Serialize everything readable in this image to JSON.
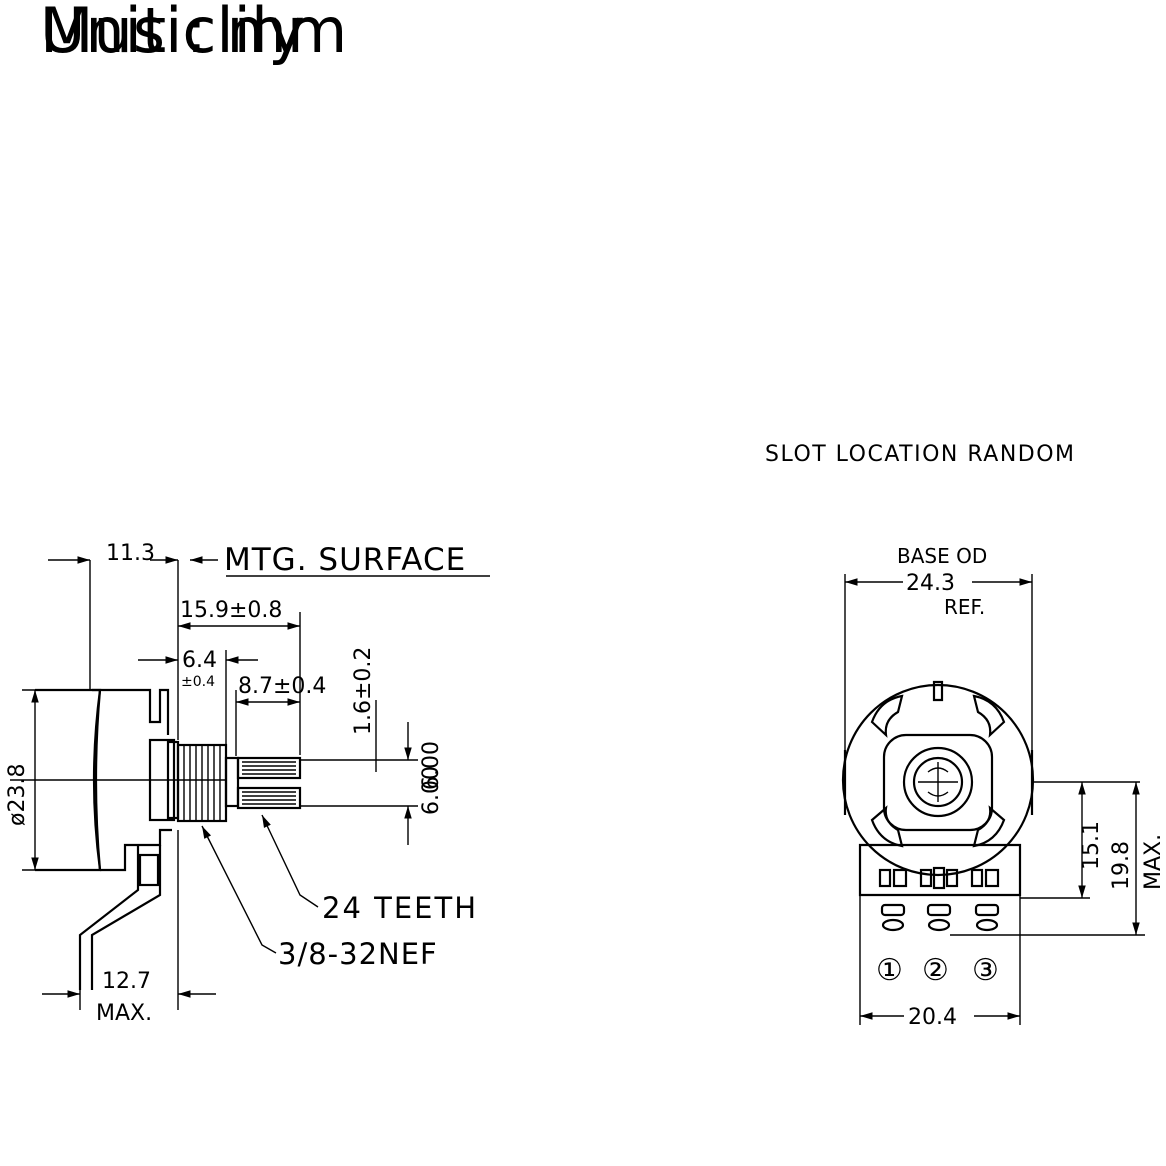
{
  "header": {
    "brand": "Musiclily",
    "unit": "Unit : mm"
  },
  "side_view": {
    "dim_overall_depth": "11.3",
    "mtg_surface": "MTG. SURFACE",
    "dim_shaft_length": "15.9±0.8",
    "dim_bushing": "6.4",
    "dim_bushing_tol": "±0.4",
    "dim_knurl": "8.7±0.4",
    "dim_slot": "1.6±0.2",
    "dim_shaft_dia": "6.00",
    "dim_shaft_dia2": "6.00",
    "dim_body_dia": "ø23.8",
    "label_teeth": "24 TEETH",
    "label_thread": "3/8-32NEF",
    "dim_lug_max": "12.7",
    "dim_lug_max_label": "MAX."
  },
  "front_view": {
    "note": "SLOT LOCATION RANDOM",
    "base_od_label": "BASE OD",
    "dim_base_od": "24.3",
    "base_od_ref": "REF.",
    "dim_pin_height": "15.1",
    "dim_max_height": "19.8",
    "dim_max_height_label": "MAX.",
    "dim_width": "20.4",
    "terminals": [
      "①",
      "②",
      "③"
    ]
  }
}
